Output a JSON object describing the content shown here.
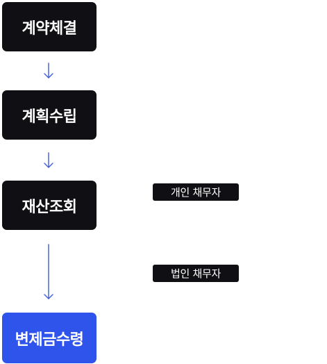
{
  "steps": [
    {
      "label": "계약체결"
    },
    {
      "label": "계획수립"
    },
    {
      "label": "재산조회"
    },
    {
      "label": "변제금수령"
    }
  ],
  "tags": [
    {
      "label": "개인 채무자"
    },
    {
      "label": "법인 채무자"
    }
  ],
  "colors": {
    "step_bg": "#101014",
    "final_step_bg": "#2f54eb",
    "arrow": "#3d5bd9",
    "text": "#ffffff"
  }
}
